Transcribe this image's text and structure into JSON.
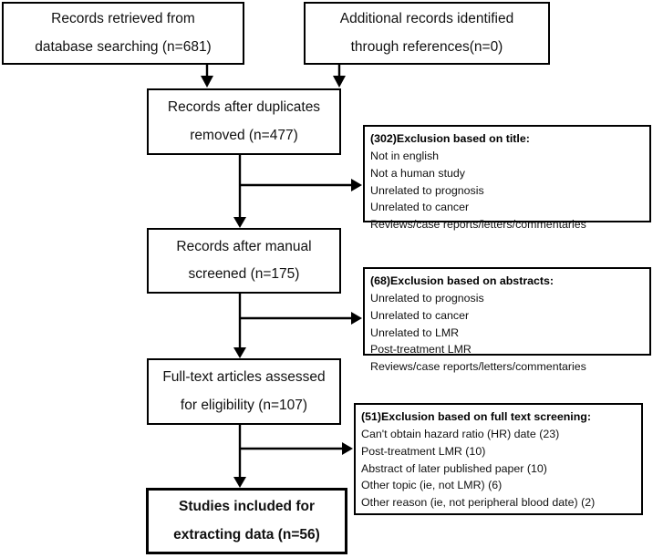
{
  "diagram": {
    "title": "PRISMA study selection flow diagram",
    "type": "flowchart",
    "accent_color": "#000000",
    "background_color": "#ffffff"
  },
  "boxes": {
    "database_search": {
      "line1": "Records retrieved from",
      "line2": "database searching (n=681)",
      "count": 681
    },
    "additional_records": {
      "line1": "Additional records identified",
      "line2": "through references(n=0)",
      "count": 0
    },
    "after_duplicates": {
      "line1": "Records after duplicates",
      "line2": "removed (n=477)",
      "count": 477
    },
    "after_manual_screen": {
      "line1": "Records after manual",
      "line2": "screened (n=175)",
      "count": 175
    },
    "full_text_assessed": {
      "line1": "Full-text articles assessed",
      "line2": "for eligibility (n=107)",
      "count": 107
    },
    "included": {
      "line1": "Studies included for",
      "line2": "extracting data (n=56)",
      "count": 56
    }
  },
  "exclusions": [
    {
      "header": "(302)Exclusion based on title:",
      "count": 302,
      "reasons": [
        "Not in english",
        "Not a human study",
        "Unrelated to prognosis",
        "Unrelated to cancer",
        "Reviews/case reports/letters/commentaries"
      ]
    },
    {
      "header": "(68)Exclusion based on abstracts:",
      "count": 68,
      "reasons": [
        "Unrelated to prognosis",
        "Unrelated to cancer",
        "Unrelated to LMR",
        "Post-treatment LMR",
        "Reviews/case reports/letters/commentaries"
      ]
    },
    {
      "header": "(51)Exclusion based on full text screening:",
      "count": 51,
      "reasons": [
        "Can't obtain hazard ratio (HR) date (23)",
        "Post-treatment LMR (10)",
        "Abstract of later published paper (10)",
        "Other topic (ie, not LMR) (6)",
        "Other reason (ie, not peripheral blood date) (2)"
      ]
    }
  ]
}
